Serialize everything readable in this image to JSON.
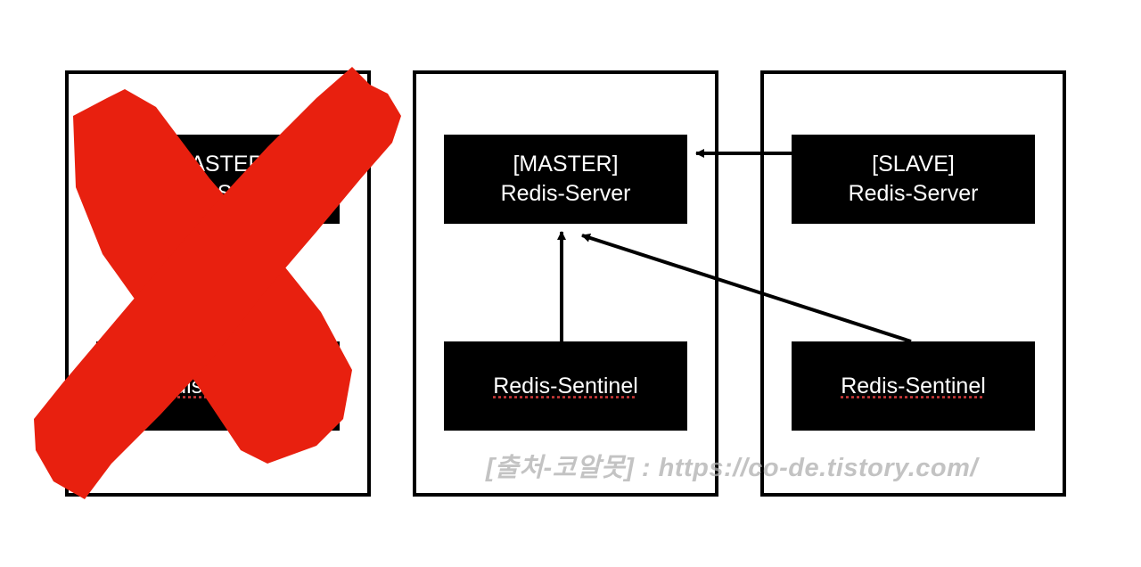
{
  "servers": [
    {
      "id": "left",
      "status": "failed",
      "top_node": {
        "line1": "[MASTER]",
        "line2": "Redis-Server"
      },
      "bottom_node": {
        "label": "Redis-Sentinel"
      }
    },
    {
      "id": "middle",
      "status": "active",
      "top_node": {
        "line1": "[MASTER]",
        "line2": "Redis-Server"
      },
      "bottom_node": {
        "label": "Redis-Sentinel"
      }
    },
    {
      "id": "right",
      "status": "active",
      "top_node": {
        "line1": "[SLAVE]",
        "line2": "Redis-Server"
      },
      "bottom_node": {
        "label": "Redis-Sentinel"
      }
    }
  ],
  "connections": [
    {
      "from": "right.top_node",
      "to": "middle.top_node",
      "type": "arrow"
    },
    {
      "from": "middle.bottom_node",
      "to": "middle.top_node",
      "type": "arrow"
    },
    {
      "from": "right.bottom_node",
      "to": "middle.top_node",
      "type": "arrow"
    }
  ],
  "failure_mark": {
    "icon": "red-x-cross-icon",
    "color": "#e8200f"
  },
  "watermark": "[출처-코알못] : https://co-de.tistory.com/",
  "colors": {
    "node_background": "#000000",
    "node_text": "#ffffff",
    "frame_border": "#000000",
    "watermark": "#afafaf"
  }
}
